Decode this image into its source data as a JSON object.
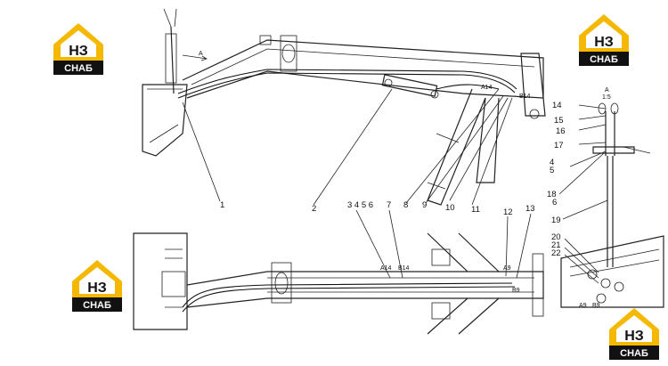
{
  "logo": {
    "monogram": "НЗ",
    "text": "СНАБ",
    "colors": {
      "yellow": "#f5b800",
      "black": "#111111",
      "white": "#ffffff"
    }
  },
  "view_note": {
    "letter": "A",
    "scale": "1:5"
  },
  "section_marks": [
    "A",
    "A14",
    "B14",
    "A14",
    "B14",
    "A9",
    "B9",
    "A9",
    "B9"
  ],
  "callouts": {
    "c1": "1",
    "c2": "2",
    "c3456": "3 4 5 6",
    "c7": "7",
    "c8": "8",
    "c9": "9",
    "c10": "10",
    "c11": "11",
    "c12": "12",
    "c13": "13",
    "c14": "14",
    "c15": "15",
    "c16": "16",
    "c17": "17",
    "c4": "4",
    "c5": "5",
    "c18": "18",
    "c6": "6",
    "c19": "19",
    "c20": "20",
    "c21": "21",
    "c22": "22"
  },
  "colors": {
    "line": "#222222",
    "background": "#ffffff"
  }
}
